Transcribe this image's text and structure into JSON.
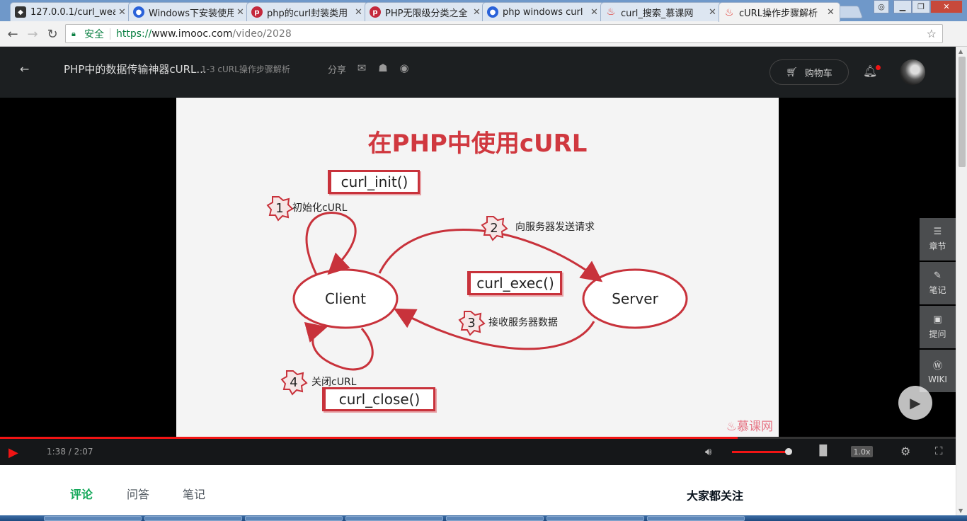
{
  "browser": {
    "tabs": [
      {
        "title": "127.0.0.1/curl_wea",
        "icon": "cat-favicon-icon",
        "active": false
      },
      {
        "title": "Windows下安装使用",
        "icon": "baidu-paw-icon",
        "active": false
      },
      {
        "title": "php的curl封装类用",
        "icon": "php-favicon-icon",
        "active": false
      },
      {
        "title": "PHP无限级分类之全",
        "icon": "php-favicon-icon",
        "active": false
      },
      {
        "title": "php windows curl",
        "icon": "baidu-paw-icon",
        "active": false
      },
      {
        "title": "curl_搜索_慕课网",
        "icon": "imooc-flame-icon",
        "active": false
      },
      {
        "title": "cURL操作步骤解析",
        "icon": "imooc-flame-icon",
        "active": true
      }
    ],
    "security_label": "安全",
    "url_scheme": "https://",
    "url_host": "www.imooc.com",
    "url_path": "/video/2028"
  },
  "header": {
    "course_title": "PHP中的数据传输神器cURL...",
    "lesson_title": "1-3 cURL操作步骤解析",
    "share_label": "分享",
    "cart_label": "购物车"
  },
  "slide": {
    "title": "在PHP中使用cURL",
    "curl_init": "curl_init()",
    "curl_exec": "curl_exec()",
    "curl_close": "curl_close()",
    "client": "Client",
    "server": "Server",
    "steps": [
      {
        "num": "1",
        "label": "初始化cURL"
      },
      {
        "num": "2",
        "label": "向服务器发送请求"
      },
      {
        "num": "3",
        "label": "接收服务器数据"
      },
      {
        "num": "4",
        "label": "关闭cURL"
      }
    ],
    "watermark": "慕课网"
  },
  "side_panel": [
    {
      "label": "章节",
      "icon": "menu-lines-icon"
    },
    {
      "label": "笔记",
      "icon": "pencil-icon"
    },
    {
      "label": "提问",
      "icon": "question-bubble-icon"
    },
    {
      "label": "WIKI",
      "icon": "wiki-icon"
    }
  ],
  "player": {
    "time": "1:38 / 2:07",
    "progress": 0.772,
    "volume": 1.0,
    "speed": "1.0x"
  },
  "below": {
    "tabs": [
      {
        "label": "评论",
        "active": true
      },
      {
        "label": "问答",
        "active": false
      },
      {
        "label": "笔记",
        "active": false
      }
    ],
    "follow_title": "大家都关注"
  },
  "colors": {
    "accent_red": "#f01414",
    "slide_red": "#d0383f",
    "active_tab_green": "#14a85a"
  }
}
